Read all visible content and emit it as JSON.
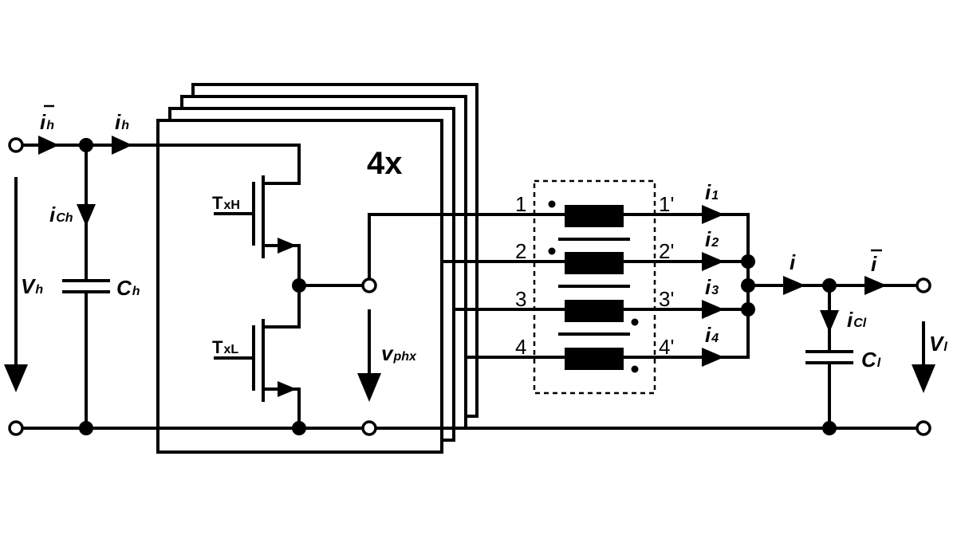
{
  "labels": {
    "ih_bar": "i",
    "ih_bar_sub": "h",
    "ih": "i",
    "ih_sub": "h",
    "ich": "i",
    "ich_sub": "Ch",
    "vh": "V",
    "vh_sub": "h",
    "ch": "C",
    "ch_sub": "h",
    "txh": "T",
    "txh_sub": "xH",
    "txl": "T",
    "txl_sub": "xL",
    "multiplier": "4x",
    "vphx": "v",
    "vphx_sub": "phx",
    "i_out": "i",
    "i_bar": "i",
    "icl": "i",
    "icl_sub": "Cl",
    "cl": "C",
    "cl_sub": "l",
    "vl": "V",
    "vl_sub": "l"
  },
  "ports": [
    {
      "in": "1",
      "out": "1'",
      "current": "i",
      "current_sub": "1"
    },
    {
      "in": "2",
      "out": "2'",
      "current": "i",
      "current_sub": "2"
    },
    {
      "in": "3",
      "out": "3'",
      "current": "i",
      "current_sub": "3"
    },
    {
      "in": "4",
      "out": "4'",
      "current": "i",
      "current_sub": "4"
    }
  ]
}
